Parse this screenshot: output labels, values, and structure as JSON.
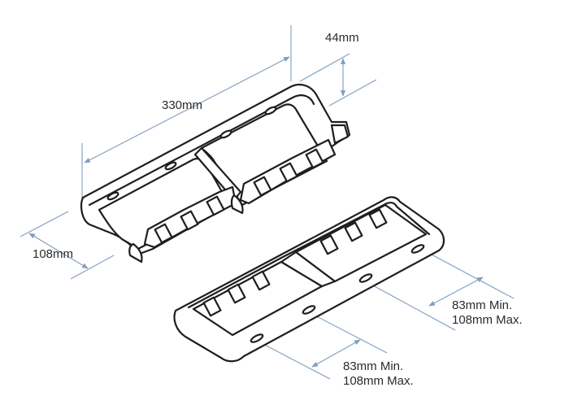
{
  "diagram": {
    "dimensions": {
      "overall_length": "330mm",
      "height": "44mm",
      "depth": "108mm",
      "right_adjust": {
        "min": "83mm Min.",
        "max": "108mm Max."
      },
      "bottom_adjust": {
        "min": "83mm Min.",
        "max": "108mm Max."
      }
    },
    "colors": {
      "outline": "#1e1e1e",
      "dimension_line": "#7f9dc0",
      "text": "#2b2b2b"
    }
  }
}
